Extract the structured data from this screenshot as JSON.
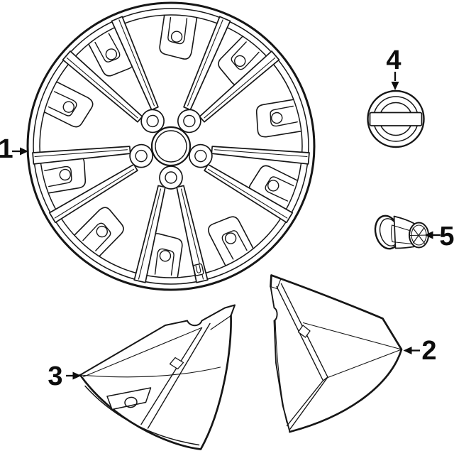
{
  "figure": {
    "type": "parts-diagram",
    "background_color": "#ffffff",
    "line_color": "#161616",
    "label_color": "#0d0d0d"
  },
  "callouts": [
    {
      "part": "wheel",
      "label": "1"
    },
    {
      "part": "wheel-cover-right-piece",
      "label": "2"
    },
    {
      "part": "wheel-cover-left-piece",
      "label": "3"
    },
    {
      "part": "center-cap",
      "label": "4"
    },
    {
      "part": "lug-nut",
      "label": "5"
    }
  ]
}
